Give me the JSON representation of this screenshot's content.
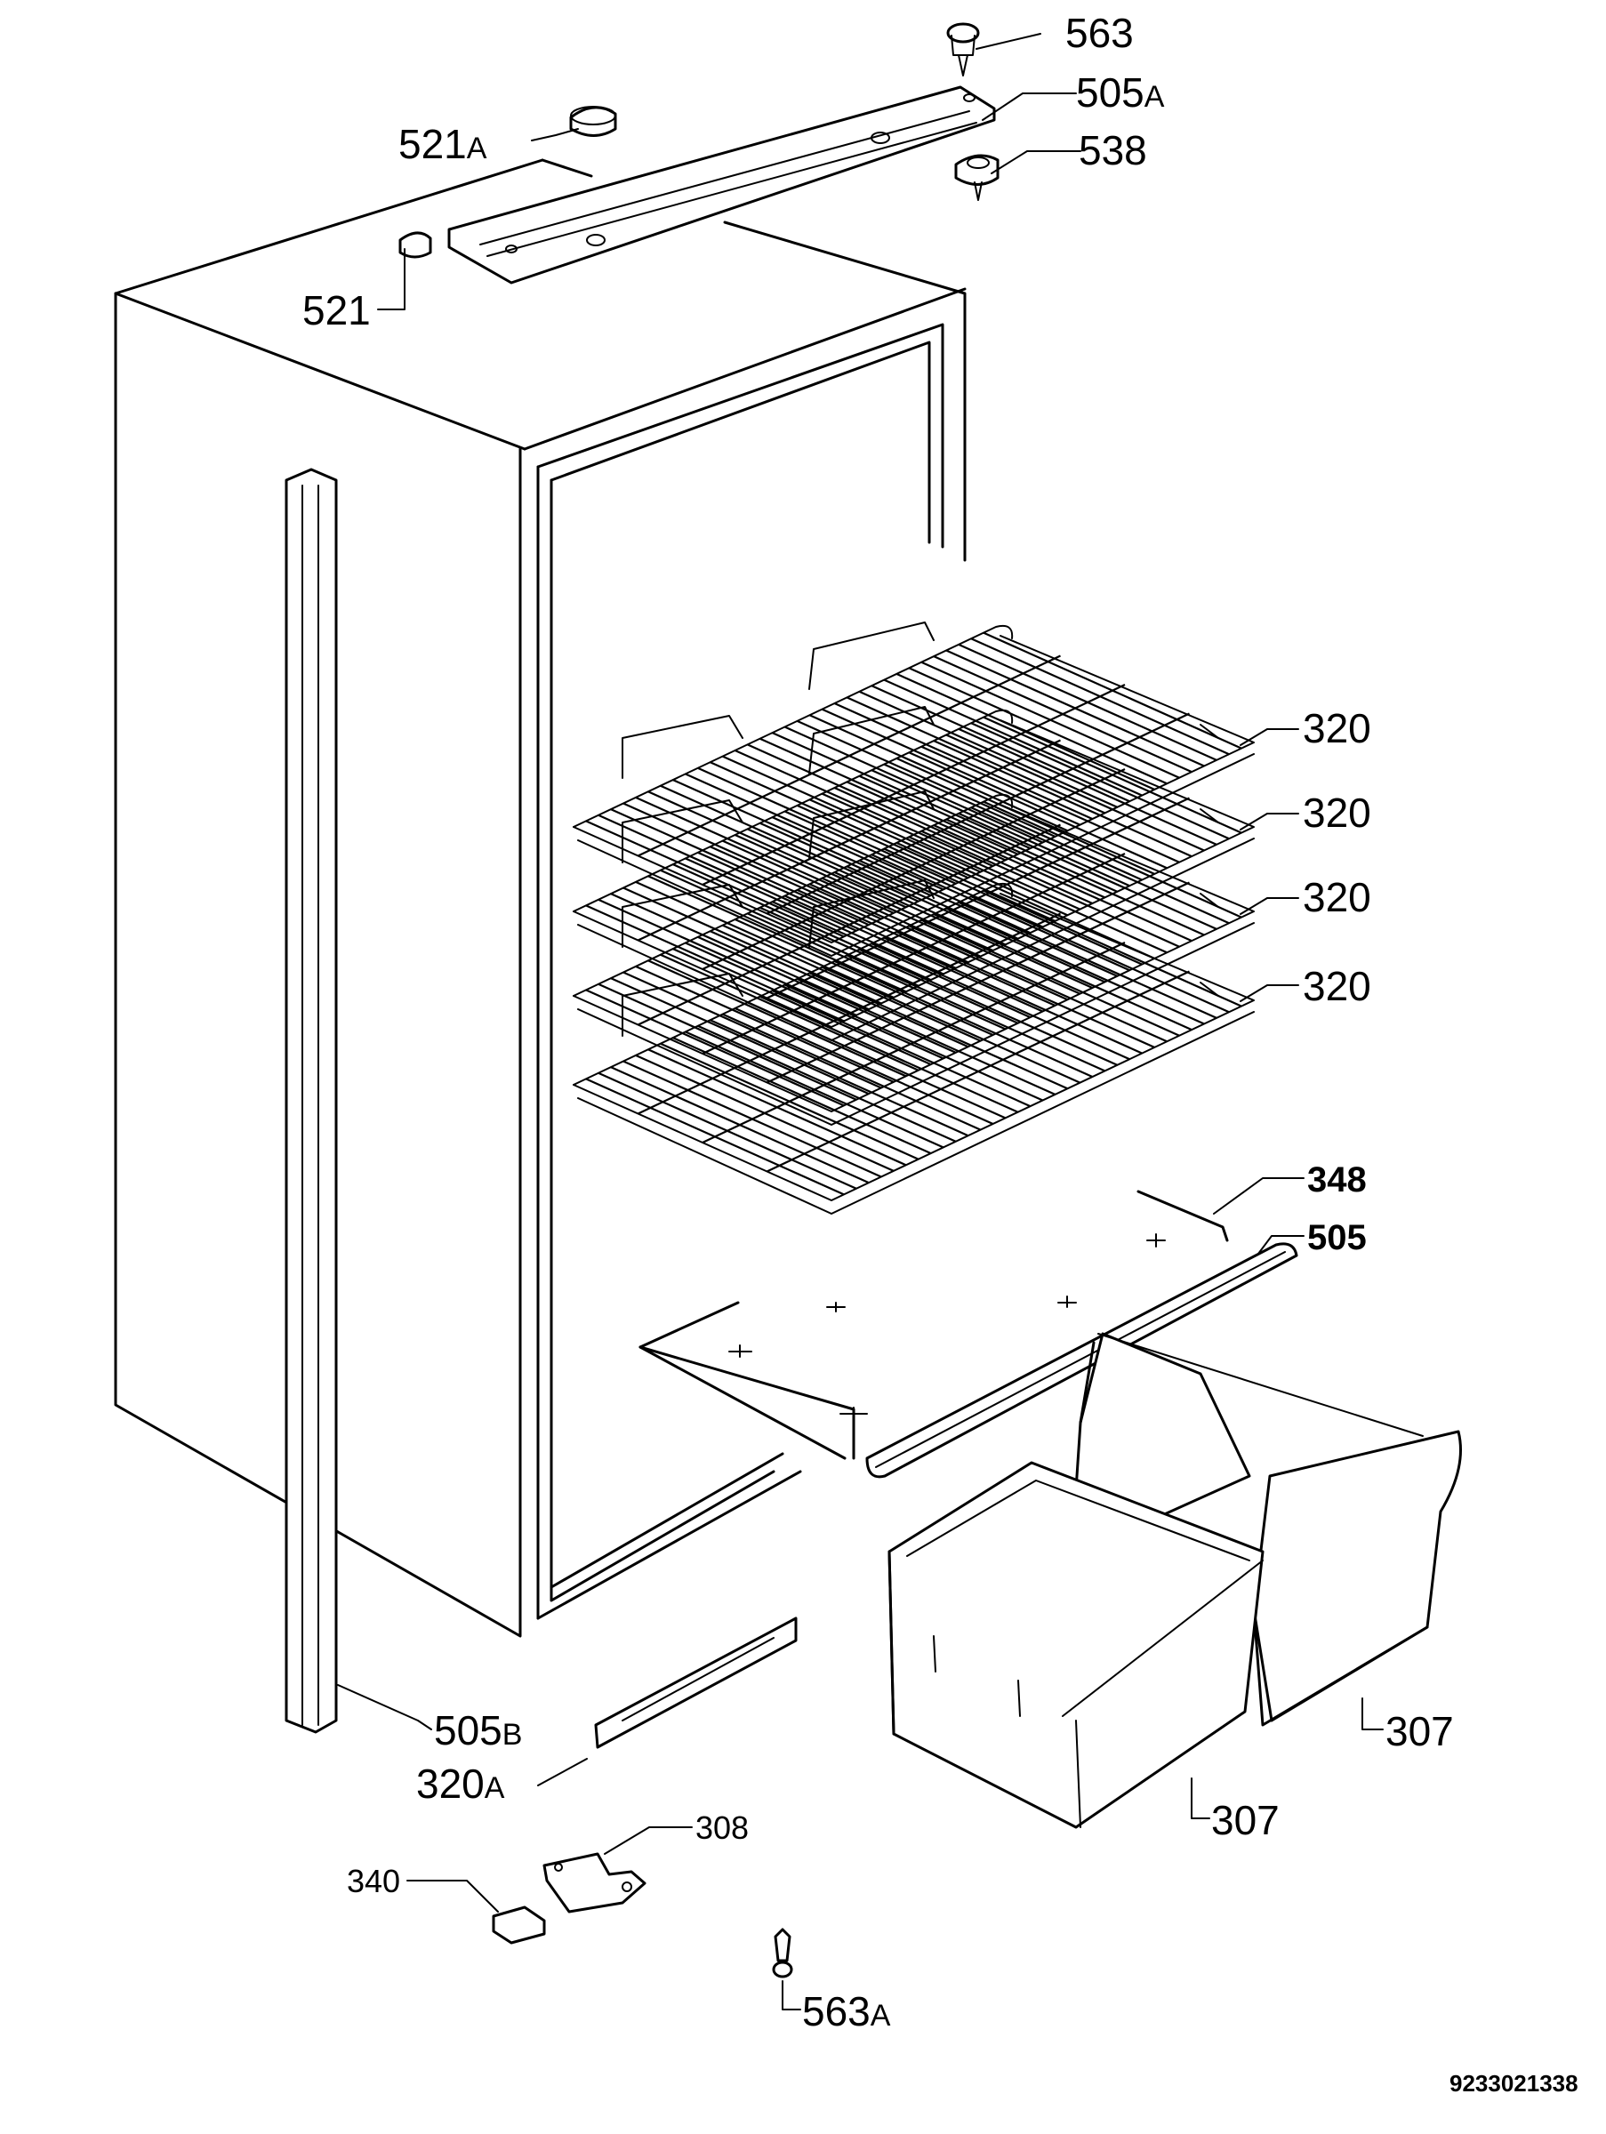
{
  "labels": {
    "part_563": {
      "num": "563",
      "suffix": ""
    },
    "part_505a": {
      "num": "505",
      "suffix": "A"
    },
    "part_538": {
      "num": "538",
      "suffix": ""
    },
    "part_521a": {
      "num": "521",
      "suffix": "A"
    },
    "part_521": {
      "num": "521",
      "suffix": ""
    },
    "part_320_1": {
      "num": "320",
      "suffix": ""
    },
    "part_320_2": {
      "num": "320",
      "suffix": ""
    },
    "part_320_3": {
      "num": "320",
      "suffix": ""
    },
    "part_320_4": {
      "num": "320",
      "suffix": ""
    },
    "part_348": {
      "num": "348",
      "suffix": ""
    },
    "part_505": {
      "num": "505",
      "suffix": ""
    },
    "part_307_right": {
      "num": "307",
      "suffix": ""
    },
    "part_307_left": {
      "num": "307",
      "suffix": ""
    },
    "part_505b": {
      "num": "505",
      "suffix": "B"
    },
    "part_320a": {
      "num": "320",
      "suffix": "A"
    },
    "part_308": {
      "num": "308",
      "suffix": ""
    },
    "part_340": {
      "num": "340",
      "suffix": ""
    },
    "part_563a": {
      "num": "563",
      "suffix": "A"
    }
  },
  "document_id": "9233021338"
}
